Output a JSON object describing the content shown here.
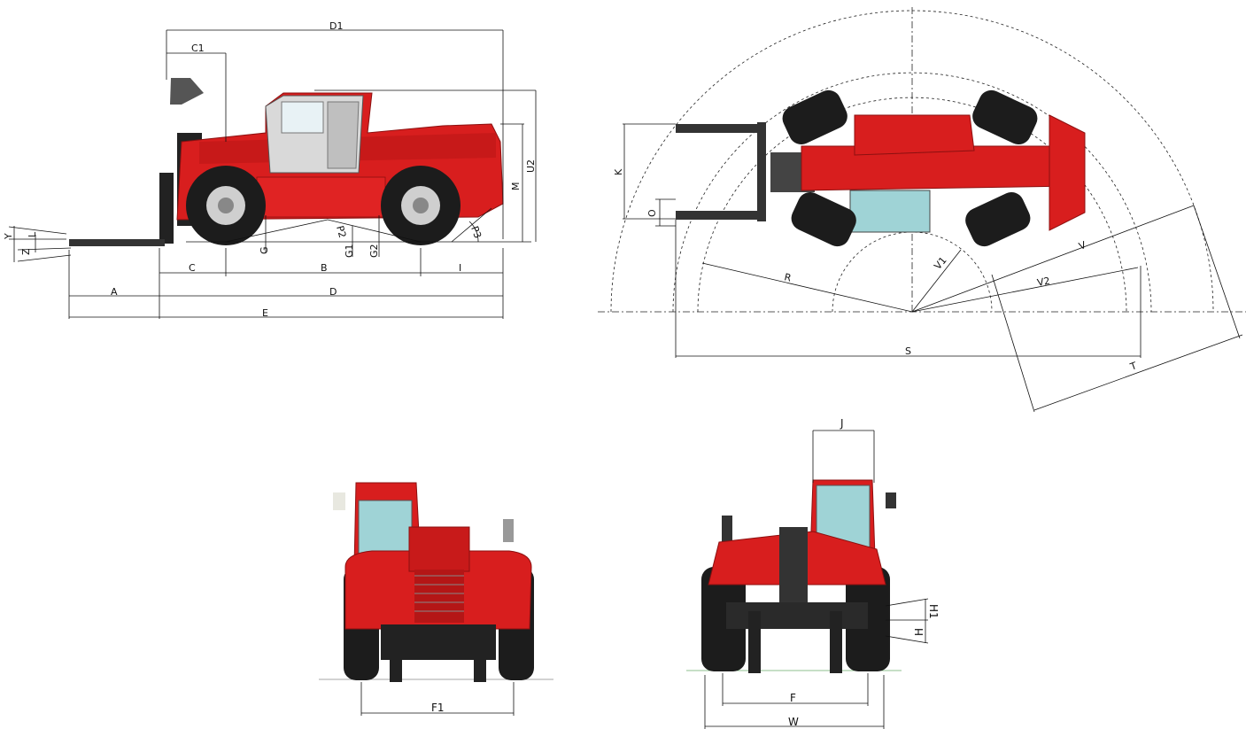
{
  "side_view": {
    "labels": {
      "D1": "D1",
      "C1": "C1",
      "U2": "U2",
      "M": "M",
      "Y": "Y",
      "L": "L",
      "Z": "Z",
      "G": "G",
      "P2": "P2",
      "G1": "G1",
      "G2": "G2",
      "P3": "P3",
      "C": "C",
      "B": "B",
      "I": "I",
      "A": "A",
      "D": "D",
      "E": "E"
    }
  },
  "top_view": {
    "labels": {
      "K": "K",
      "O": "O",
      "R": "R",
      "V1": "V1",
      "V": "V",
      "V2": "V2",
      "S": "S",
      "T": "T"
    }
  },
  "rear_view": {
    "labels": {
      "F1": "F1"
    }
  },
  "front_view": {
    "labels": {
      "J": "J",
      "H1": "H1",
      "H": "H",
      "F": "F",
      "W": "W"
    }
  },
  "colors": {
    "body_red": "#d81e1e",
    "body_red_dark": "#a51212",
    "tire": "#1c1c1c",
    "rim": "#c9c9c9",
    "glass": "#9fd3d6",
    "line": "#111111"
  }
}
